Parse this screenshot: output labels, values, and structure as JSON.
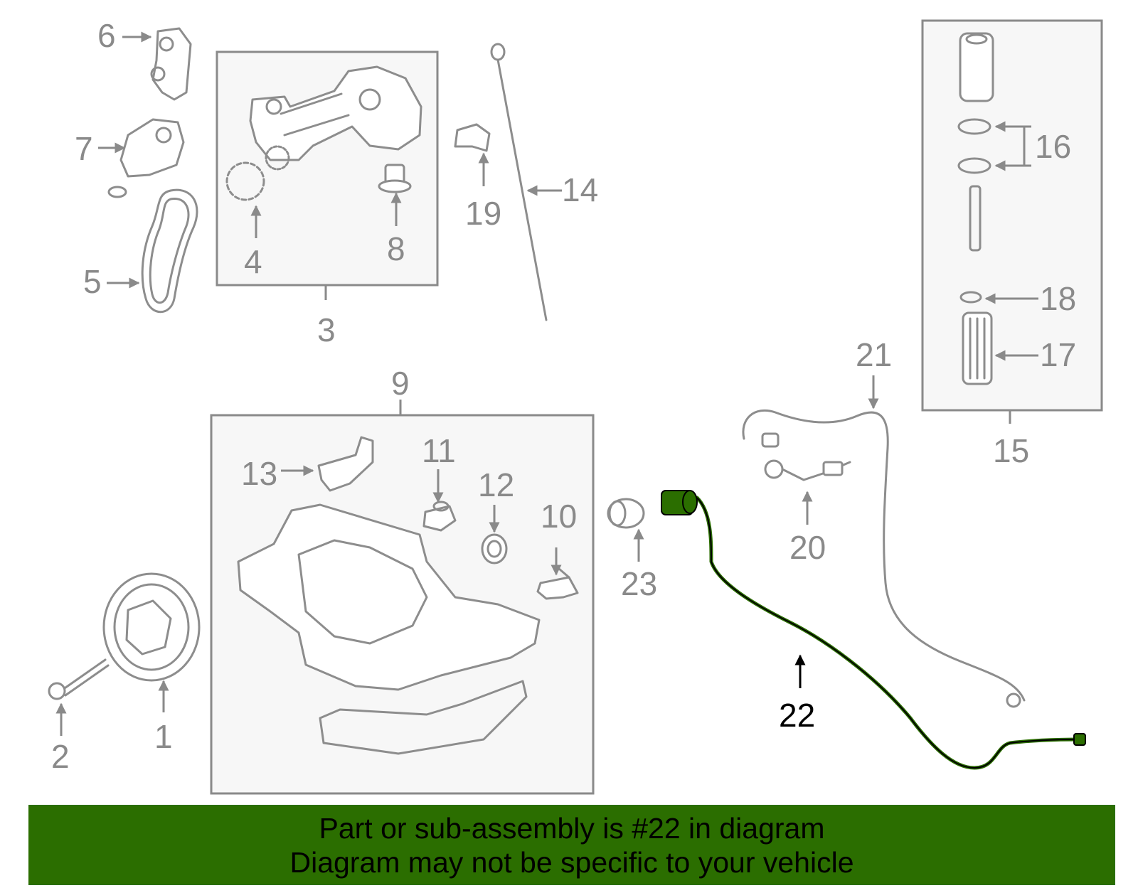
{
  "callouts": {
    "c1": "1",
    "c2": "2",
    "c3": "3",
    "c4": "4",
    "c5": "5",
    "c6": "6",
    "c7": "7",
    "c8": "8",
    "c9": "9",
    "c10": "10",
    "c11": "11",
    "c12": "12",
    "c13": "13",
    "c14": "14",
    "c15": "15",
    "c16": "16",
    "c17": "17",
    "c18": "18",
    "c19": "19",
    "c20": "20",
    "c21": "21",
    "c22": "22",
    "c23": "23"
  },
  "highlight": {
    "part_number": "22",
    "color": "#2b6e00"
  },
  "banner": {
    "line1": "Part or sub-assembly is #22 in diagram",
    "line2": "Diagram may not be specific to your vehicle",
    "background": "#2b6e00"
  },
  "colors": {
    "line_art": "#8d8d8d",
    "box_fill": "#f7f7f7"
  }
}
